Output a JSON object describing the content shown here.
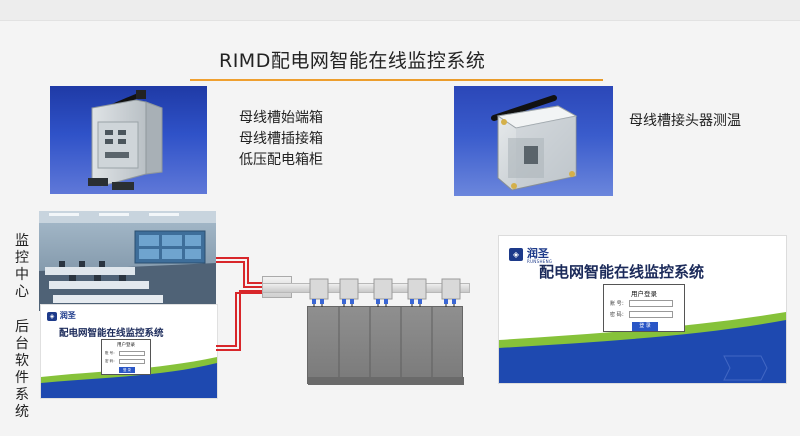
{
  "title": "RIMD配电网智能在线监控系统",
  "device_labels_left": [
    "母线槽始端箱",
    "母线槽插接箱",
    "低压配电箱柜"
  ],
  "device_label_right": "母线槽接头器测温",
  "side_labels": {
    "monitor_center": [
      "监",
      "控",
      "中",
      "心"
    ],
    "backend_system": [
      "后",
      "台",
      "软",
      "件",
      "系",
      "统"
    ]
  },
  "software_screen": {
    "logo_text": "润圣",
    "logo_sub": "RUNSHENG",
    "system_title": "配电网智能在线监控系统",
    "login_title": "用户登录",
    "account_label": "账 号：",
    "password_label": "密 码：",
    "login_button": "登 录"
  },
  "colors": {
    "accent_line": "#f0a030",
    "cable_red": "#d8262a",
    "brand_blue": "#1d3a8a",
    "wave_blue": "#1e49b0",
    "wave_green": "#86c23a",
    "button_blue": "#2a56c6"
  }
}
